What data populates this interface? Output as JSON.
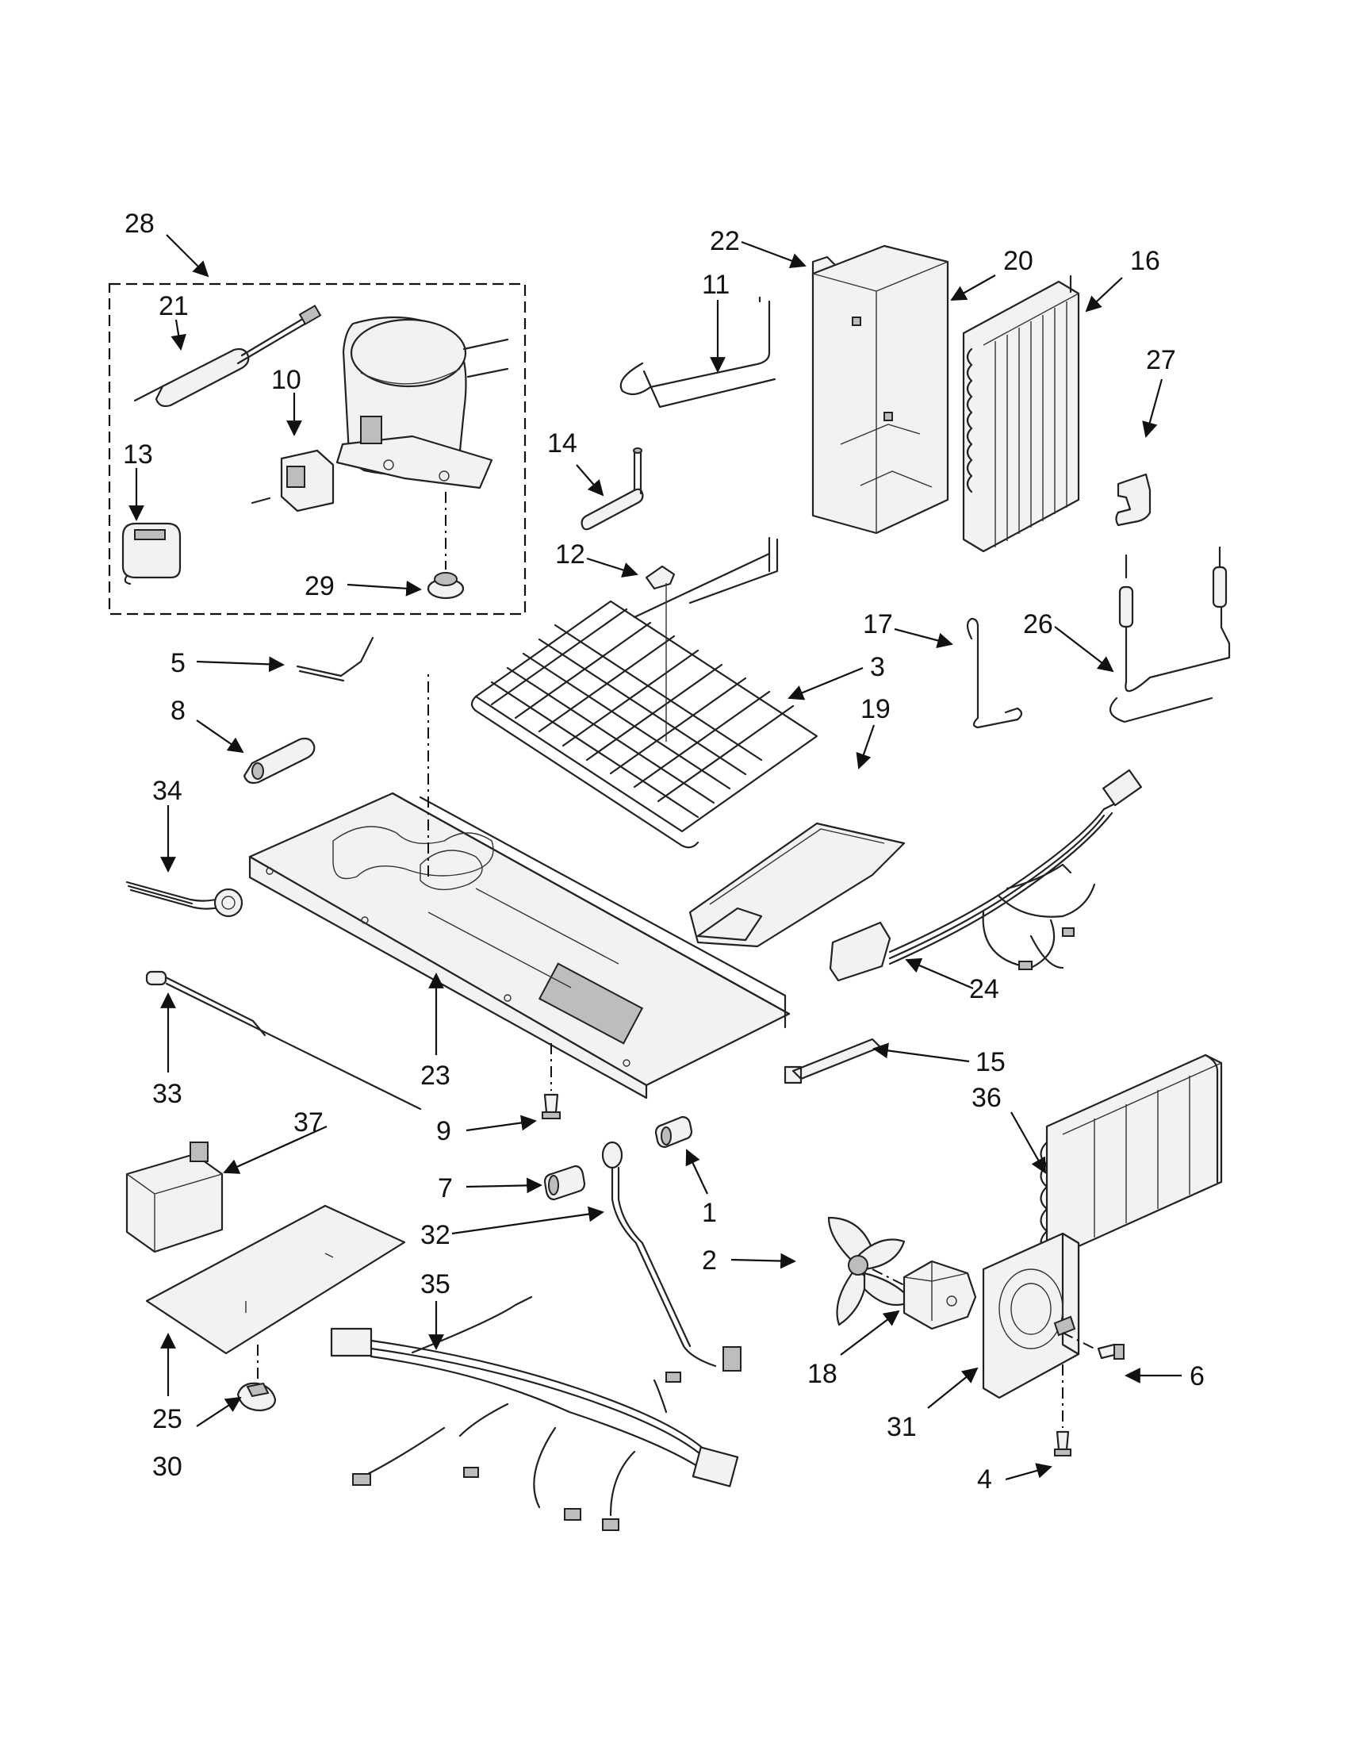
{
  "callouts": [
    "28",
    "21",
    "10",
    "13",
    "29",
    "5",
    "8",
    "34",
    "33",
    "23",
    "9",
    "37",
    "7",
    "32",
    "35",
    "25",
    "30",
    "22",
    "11",
    "20",
    "16",
    "27",
    "14",
    "12",
    "17",
    "26",
    "3",
    "19",
    "24",
    "15",
    "36",
    "1",
    "2",
    "18",
    "31",
    "6",
    "4"
  ],
  "colors": {
    "line": "#222222",
    "fill_light": "#f2f2f2",
    "fill_dark": "#bdbdbd",
    "background": "#ffffff"
  }
}
